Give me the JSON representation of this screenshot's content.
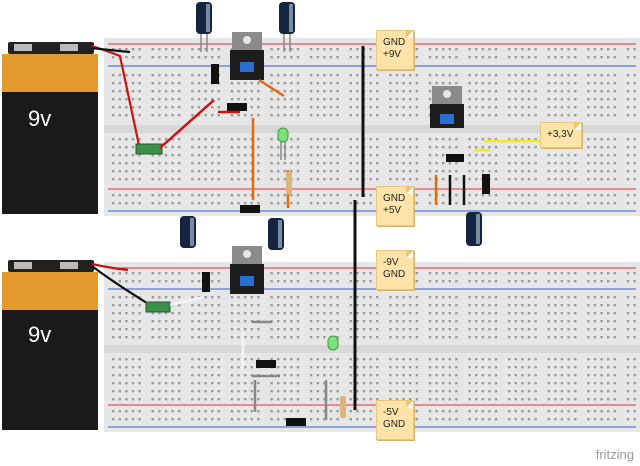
{
  "battery_top": {
    "label": "9v"
  },
  "battery_bottom": {
    "label": "9v"
  },
  "notes": {
    "gnd_9v": {
      "line1": "GND",
      "line2": "+9V"
    },
    "gnd_5v": {
      "line1": "GND",
      "line2": "+5V"
    },
    "neg9v_gnd": {
      "line1": "-9V",
      "line2": "GND"
    },
    "neg5v_gnd": {
      "line1": "-5V",
      "line2": "GND"
    },
    "pos3v3": {
      "line1": "+3,3V"
    }
  },
  "brand": "fritzing",
  "colors": {
    "breadboard": "#e6e6e6",
    "rail_red": "#d33",
    "rail_blue": "#2f5fd0",
    "hole_green": "#3a9e3a",
    "wire_red": "#cc1111",
    "wire_black": "#111111",
    "wire_orange": "#e06a10",
    "wire_yellow": "#f2e81a",
    "wire_white": "#f4f4f4",
    "battery_orange": "#e49a2c",
    "battery_black": "#1a1a1a",
    "note_bg": "#fde3a7"
  }
}
